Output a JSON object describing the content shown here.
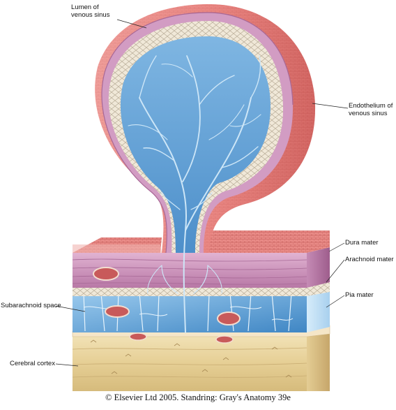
{
  "labels": {
    "lumen_line1": "Lumen of",
    "lumen_line2": "venous sinus",
    "endothelium_line1": "Endothelium of",
    "endothelium_line2": "venous sinus",
    "dura": "Dura mater",
    "arachnoid": "Arachnoid mater",
    "pia": "Pia mater",
    "subarachnoid": "Subarachnoid space",
    "cortex": "Cerebral cortex"
  },
  "caption": "© Elsevier Ltd 2005. Standring: Gray's Anatomy 39e",
  "colors": {
    "endothelium": "#e07a78",
    "dura": "#c990b8",
    "arachnoid_cells": "#f2eadc",
    "trabeculae": "#6fa8d8",
    "csf": "#bfe0f4",
    "cortex": "#ecd9a8",
    "vessel": "#c85a5a"
  }
}
